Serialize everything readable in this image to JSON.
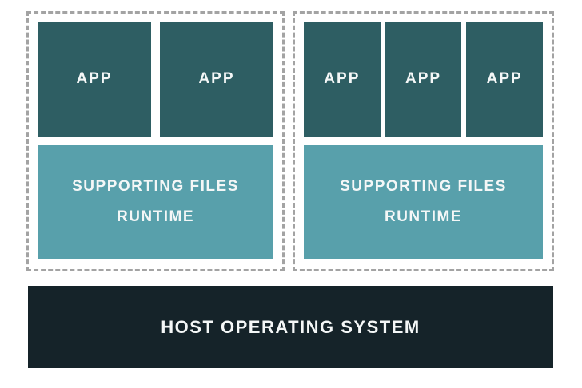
{
  "diagram": {
    "title": "container-architecture-diagram",
    "groups": [
      {
        "apps": [
          "APP",
          "APP"
        ],
        "supporting": [
          "SUPPORTING FILES",
          "RUNTIME"
        ]
      },
      {
        "apps": [
          "APP",
          "APP",
          "APP"
        ],
        "supporting": [
          "SUPPORTING FILES",
          "RUNTIME"
        ]
      }
    ],
    "host_label": "HOST OPERATING SYSTEM",
    "colors": {
      "app_box": "#2e5e63",
      "supporting_box": "#58a0ab",
      "host_bar": "#152329",
      "dashed_border": "#a3a3a3",
      "text": "#f4f7f7",
      "background": "#ffffff"
    }
  }
}
